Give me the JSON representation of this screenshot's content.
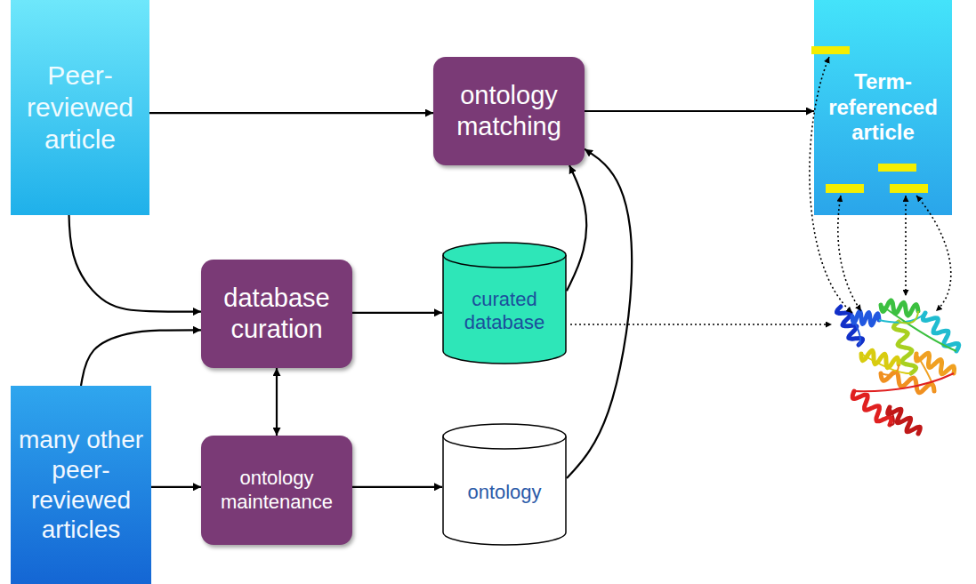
{
  "diagram": {
    "nodes": [
      {
        "text": [
          "Peer-reviewed article"
        ]
      },
      {
        "text": [
          "ontology matching"
        ]
      },
      {
        "text": [
          "Term-referenced article"
        ]
      },
      {
        "text": [
          "database curation"
        ]
      },
      {
        "text": [
          "curated database"
        ]
      },
      {
        "text": [
          "many other peer-reviewed articles"
        ]
      },
      {
        "text": [
          "ontology maintenance"
        ]
      },
      {
        "text": [
          "ontology"
        ]
      }
    ],
    "edges": [
      {
        "from": 0,
        "to": 1,
        "arrow": "to"
      },
      {
        "from": 1,
        "to": 2,
        "arrow": "to"
      },
      {
        "from": 0,
        "to": 3,
        "arrow": "to"
      },
      {
        "from": 5,
        "to": 3,
        "arrow": "to"
      },
      {
        "from": 3,
        "to": 4,
        "arrow": "to"
      },
      {
        "from": 3,
        "to": 6,
        "arrow": "both"
      },
      {
        "from": 5,
        "to": 6,
        "arrow": "to"
      },
      {
        "from": 6,
        "to": 7,
        "arrow": "to"
      },
      {
        "from": 4,
        "to": 1,
        "arrow": "to"
      },
      {
        "from": 7,
        "to": 1,
        "arrow": "to"
      }
    ]
  }
}
